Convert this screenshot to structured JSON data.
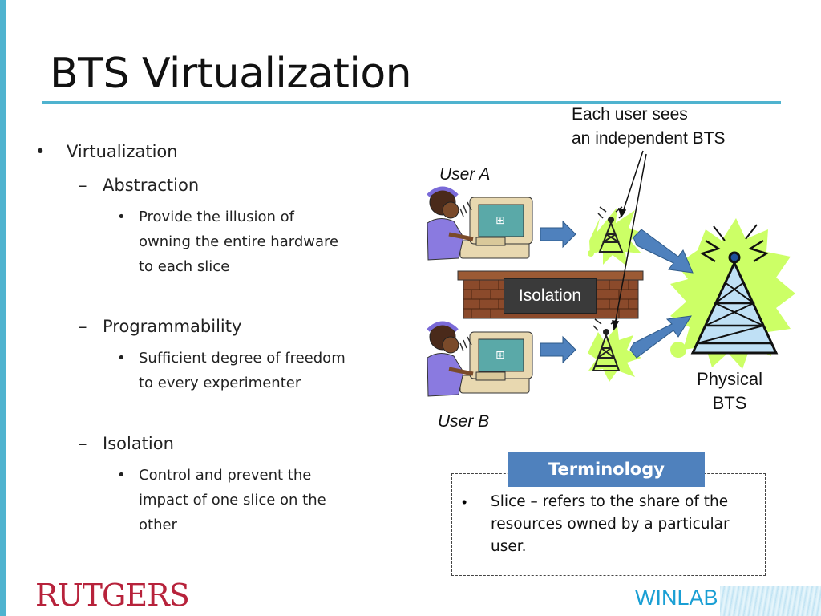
{
  "slide": {
    "title": "BTS Virtualization",
    "bullets": {
      "virtualization": "Virtualization",
      "abstraction": "Abstraction",
      "abstraction_detail": [
        "Provide the illusion of",
        "owning the entire hardware",
        "to each slice"
      ],
      "programmability": "Programmability",
      "programmability_detail": [
        "Sufficient degree of freedom",
        "to every experimenter"
      ],
      "isolation": "Isolation",
      "isolation_detail": [
        "Control and prevent the",
        "impact of one slice on the",
        "other"
      ]
    },
    "bullet_marks": {
      "l1": "•",
      "l2": "–",
      "l3": "•"
    }
  },
  "diagram": {
    "callout": [
      "Each user sees",
      "an independent BTS"
    ],
    "user_a": "User A",
    "user_b": "User B",
    "isolation_label": "Isolation",
    "physical_bts": [
      "Physical",
      "BTS"
    ],
    "colors": {
      "arrow": "#4f81bd",
      "burst": "#ccff66",
      "wall": "#8b4a2b",
      "screen": "#5aa9a8"
    }
  },
  "terminology": {
    "heading": "Terminology",
    "text": "Slice – refers to the share of the resources owned by a particular user.",
    "mark": "•"
  },
  "footer": {
    "logo_left": "RUTGERS",
    "logo_right": "WINLAB"
  }
}
